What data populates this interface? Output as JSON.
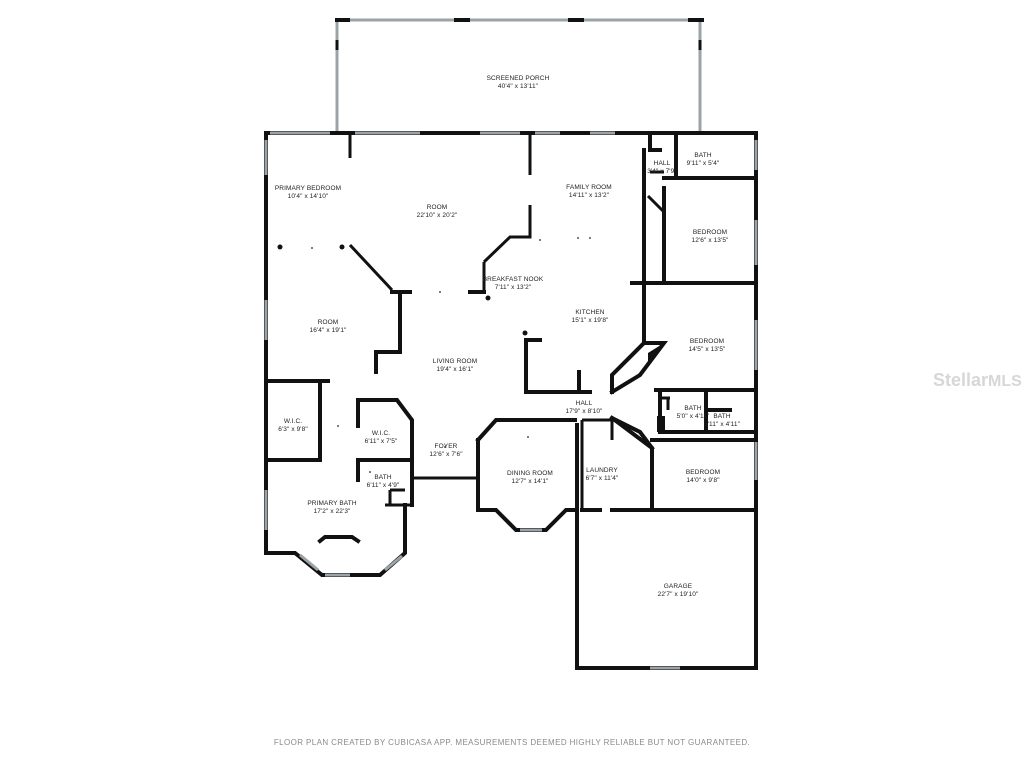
{
  "rooms": [
    {
      "id": "screened-porch",
      "name": "SCREENED PORCH",
      "dims": "40'4\" x 13'11\""
    },
    {
      "id": "primary-bedroom",
      "name": "PRIMARY BEDROOM",
      "dims": "10'4\" x 14'10\""
    },
    {
      "id": "room-center",
      "name": "ROOM",
      "dims": "22'10\" x 20'2\""
    },
    {
      "id": "family-room",
      "name": "FAMILY ROOM",
      "dims": "14'11\" x 13'2\""
    },
    {
      "id": "hall-north",
      "name": "HALL",
      "dims": "3'4\" x 7'9\""
    },
    {
      "id": "bath-northeast",
      "name": "BATH",
      "dims": "9'11\" x 5'4\""
    },
    {
      "id": "bedroom-northeast",
      "name": "BEDROOM",
      "dims": "12'6\" x 13'5\""
    },
    {
      "id": "breakfast-nook",
      "name": "BREAKFAST NOOK",
      "dims": "7'11\" x 13'2\""
    },
    {
      "id": "room-west",
      "name": "ROOM",
      "dims": "16'4\" x 19'1\""
    },
    {
      "id": "kitchen",
      "name": "KITCHEN",
      "dims": "15'1\" x 19'8\""
    },
    {
      "id": "bedroom-east",
      "name": "BEDROOM",
      "dims": "14'5\" x 13'5\""
    },
    {
      "id": "living-room",
      "name": "LIVING ROOM",
      "dims": "19'4\" x 16'1\""
    },
    {
      "id": "hall-central",
      "name": "HALL",
      "dims": "17'9\" x 8'10\""
    },
    {
      "id": "bath-east-a",
      "name": "BATH",
      "dims": "5'0\" x 4'11\""
    },
    {
      "id": "bath-east-b",
      "name": "BATH",
      "dims": "5'11\" x 4'11\""
    },
    {
      "id": "wic-west",
      "name": "W.I.C.",
      "dims": "6'3\" x 9'8\""
    },
    {
      "id": "wic-center",
      "name": "W.I.C.",
      "dims": "6'11\" x 7'5\""
    },
    {
      "id": "foyer",
      "name": "FOYER",
      "dims": "12'6\" x 7'6\""
    },
    {
      "id": "dining-room",
      "name": "DINING ROOM",
      "dims": "12'7\" x 14'1\""
    },
    {
      "id": "laundry",
      "name": "LAUNDRY",
      "dims": "6'7\" x 11'4\""
    },
    {
      "id": "bedroom-southeast",
      "name": "BEDROOM",
      "dims": "14'0\" x 9'8\""
    },
    {
      "id": "bath-small",
      "name": "BATH",
      "dims": "6'11\" x 4'9\""
    },
    {
      "id": "primary-bath",
      "name": "PRIMARY BATH",
      "dims": "17'2\" x 22'3\""
    },
    {
      "id": "garage",
      "name": "GARAGE",
      "dims": "22'7\" x 19'10\""
    }
  ],
  "footer": "FLOOR PLAN CREATED BY CUBICASA APP. MEASUREMENTS DEEMED HIGHLY RELIABLE BUT NOT GUARANTEED.",
  "watermark": {
    "brand": "Stellar",
    "suffix": "MLS"
  },
  "colors": {
    "wall": "#111111",
    "window": "#9aa3a8",
    "text": "#222222",
    "footer": "#8a8a8a",
    "watermark": "#d7d7d7"
  }
}
